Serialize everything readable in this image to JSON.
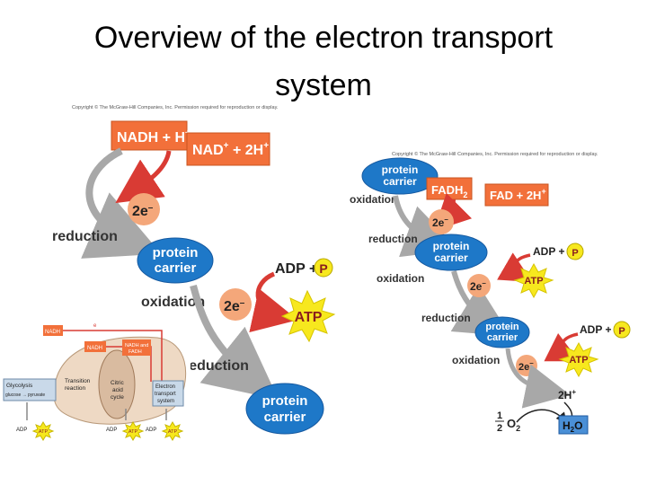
{
  "slide": {
    "title_line1": "Overview of the electron transport",
    "title_line2": "system"
  },
  "left_figure": {
    "copyright": "Copyright © The McGraw-Hill Companies, Inc. Permission required for reproduction or display.",
    "nadh_box": "NADH + H",
    "nadh_sup": "+",
    "nad_box_a": "NAD",
    "nad_box_sup1": "+",
    "nad_box_b": " + 2H",
    "nad_box_sup2": "+",
    "electrons_1": "2e",
    "electrons_2": "2e",
    "electron_sign": "–",
    "label_reduction_1": "reduction",
    "label_oxidation": "oxidation",
    "label_reduction_2": "reduction",
    "carrier_1_line1": "protein",
    "carrier_1_line2": "carrier",
    "carrier_2_line1": "protein",
    "carrier_2_line2": "carrier",
    "adp": "ADP +",
    "p": "P",
    "atp": "ATP"
  },
  "inset": {
    "glycolysis": "Glycolysis",
    "glucose_pyruvate": "glucose → pyruvate",
    "transition_line1": "Transition",
    "transition_line2": "reaction",
    "citric_line1": "Citric",
    "citric_line2": "acid",
    "citric_line3": "cycle",
    "ets_line1": "Electron",
    "ets_line2": "transport",
    "ets_line3": "system",
    "nadh_1": "NADH",
    "nadh_2": "NADH",
    "nadh_fadh2_line1": "NADH and",
    "nadh_fadh2_line2": "FADH",
    "e_mark": "e",
    "adp_1": "ADP",
    "atp_1": "ATP",
    "adp_2": "ADP",
    "atp_2": "ATP",
    "adp_3": "ADP",
    "atp_3": "ATP"
  },
  "right_figure": {
    "copyright": "Copyright © The McGraw-Hill Companies, Inc. Permission required for reproduction or display.",
    "carrier_1_line1": "protein",
    "carrier_1_line2": "carrier",
    "fadh2": "FADH",
    "fadh2_sub": "2",
    "fad_box": "FAD + 2H",
    "fad_sup": "+",
    "label_oxidation_1": "oxidation",
    "electrons_1": "2e",
    "electron_sign": "–",
    "label_reduction_1": "reduction",
    "carrier_2_line1": "protein",
    "carrier_2_line2": "carrier",
    "label_oxidation_2": "oxidation",
    "electrons_2": "2e",
    "adp_1": "ADP +",
    "p_1": "P",
    "atp_1": "ATP",
    "label_reduction_2": "reduction",
    "carrier_3_line1": "protein",
    "carrier_3_line2": "carrier",
    "adp_2": "ADP +",
    "p_2": "P",
    "label_oxidation_3": "oxidation",
    "electrons_3": "2e",
    "atp_2": "ATP",
    "two_h": "2H",
    "two_h_sup": "+",
    "half_num": "1",
    "half_den": "2",
    "o2": "O",
    "o2_sub": "2",
    "h2o_h": "H",
    "h2o_sub": "2",
    "h2o_o": "O"
  },
  "colors": {
    "orange": "#f2703a",
    "blue": "#1e78c8",
    "yellow": "#f7e81e",
    "red_arrow": "#d93b34",
    "gray_arrow": "#a8a8a8",
    "peach": "#f4a77a"
  }
}
